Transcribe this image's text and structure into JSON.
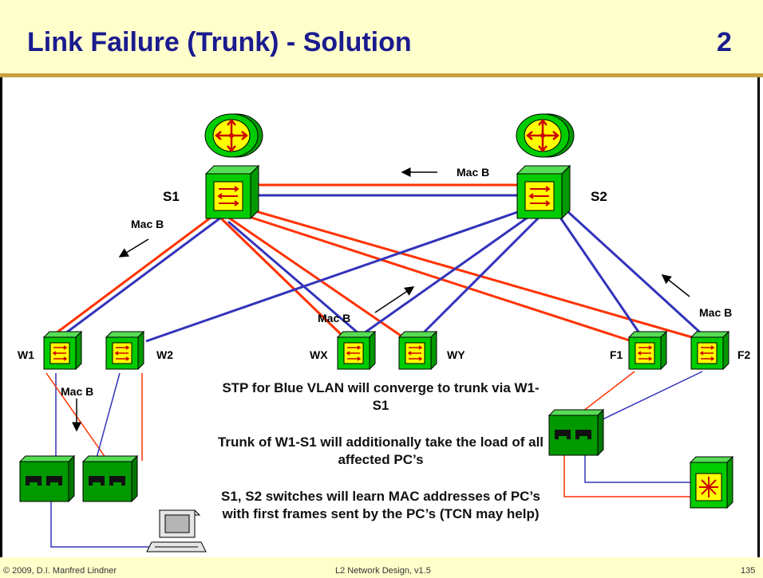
{
  "slide": {
    "title": "Link Failure (Trunk) - Solution",
    "number": "2"
  },
  "diagram": {
    "labels": {
      "s1": "S1",
      "s2": "S2",
      "w1": "W1",
      "w2": "W2",
      "wx": "WX",
      "wy": "WY",
      "f1": "F1",
      "f2": "F2",
      "mac_top": "Mac B",
      "mac_left": "Mac B",
      "mac_mid": "Mac B",
      "mac_right": "Mac B",
      "mac_w1": "Mac B"
    },
    "colors": {
      "red_vlan": "#FF3300",
      "blue_vlan": "#3333BB",
      "device_green": "#00CC00",
      "device_yellow": "#FFFF00"
    }
  },
  "text": {
    "p1": "STP for Blue VLAN will converge to trunk via W1-S1",
    "p2": "Trunk of W1-S1 will additionally take the load of all affected PC’s",
    "p3": "S1, S2 switches will learn MAC addresses of PC’s with first frames sent by the PC’s (TCN may help)"
  },
  "footer": {
    "copyright": "© 2009, D.I. Manfred Lindner",
    "course": "L2 Network Design, v1.5",
    "page": "135"
  }
}
